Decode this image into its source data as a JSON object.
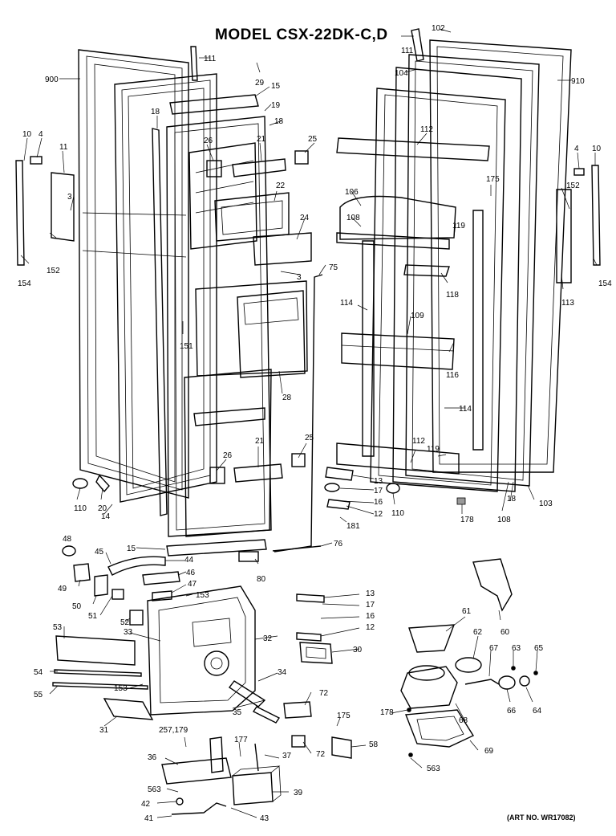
{
  "title": "MODEL CSX-22DK-C,D",
  "art_number": "(ART NO. WR17082)",
  "callouts": [
    "102",
    "111",
    "111",
    "104",
    "900",
    "910",
    "29",
    "15",
    "19",
    "18",
    "18",
    "10",
    "4",
    "11",
    "26",
    "25",
    "21",
    "112",
    "4",
    "10",
    "3",
    "22",
    "175",
    "152",
    "106",
    "108",
    "24",
    "119",
    "152",
    "154",
    "3",
    "75",
    "118",
    "154",
    "113",
    "114",
    "109",
    "151",
    "116",
    "28",
    "114",
    "25",
    "112",
    "21",
    "119",
    "26",
    "13",
    "17",
    "110",
    "20",
    "14",
    "16",
    "12",
    "110",
    "181",
    "178",
    "108",
    "18",
    "103",
    "15",
    "76",
    "48",
    "45",
    "44",
    "80",
    "46",
    "49",
    "47",
    "153",
    "50",
    "51",
    "13",
    "17",
    "16",
    "52",
    "53",
    "33",
    "32",
    "12",
    "30",
    "61",
    "62",
    "60",
    "67",
    "63",
    "65",
    "54",
    "34",
    "55",
    "153",
    "72",
    "31",
    "35",
    "175",
    "178",
    "68",
    "66",
    "64",
    "257,179",
    "177",
    "72",
    "58",
    "69",
    "36",
    "37",
    "563",
    "563",
    "39",
    "42",
    "41",
    "43"
  ]
}
